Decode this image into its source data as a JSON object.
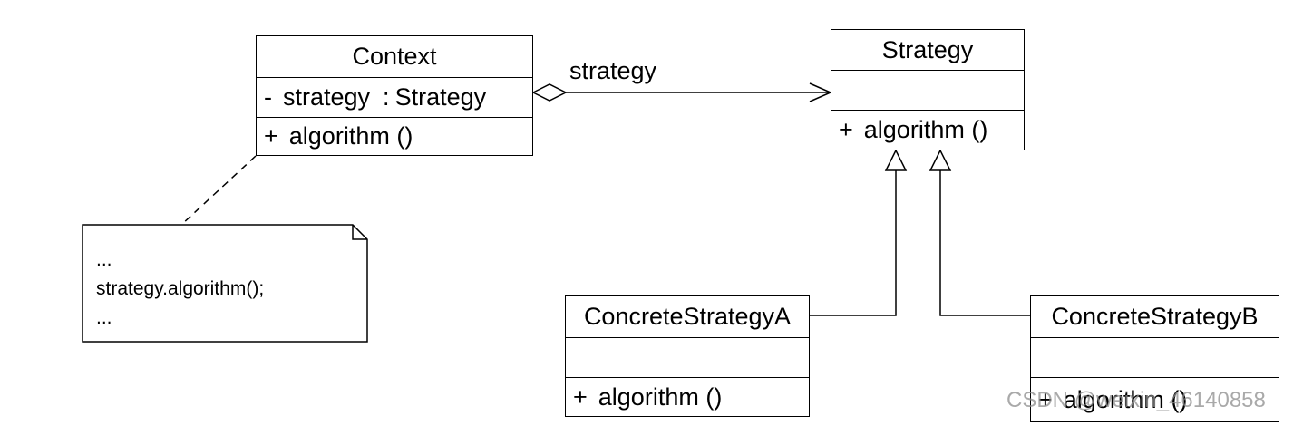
{
  "context_class": {
    "name": "Context",
    "attributes": [
      {
        "visibility": "-",
        "name": "strategy",
        "separator": ":",
        "type": "Strategy"
      }
    ],
    "operations": [
      {
        "visibility": "+",
        "name": "algorithm ()"
      }
    ]
  },
  "strategy_class": {
    "name": "Strategy",
    "operations": [
      {
        "visibility": "+",
        "name": "algorithm ()"
      }
    ]
  },
  "concrete_a_class": {
    "name": "ConcreteStrategyA",
    "operations": [
      {
        "visibility": "+",
        "name": "algorithm ()"
      }
    ]
  },
  "concrete_b_class": {
    "name": "ConcreteStrategyB",
    "operations": [
      {
        "visibility": "+",
        "name": "algorithm ()"
      }
    ]
  },
  "association": {
    "role_label": "strategy"
  },
  "note": {
    "lines": [
      "...",
      "strategy.algorithm();",
      "..."
    ]
  },
  "watermark": {
    "text": "CSDN @weixin_46140858"
  }
}
